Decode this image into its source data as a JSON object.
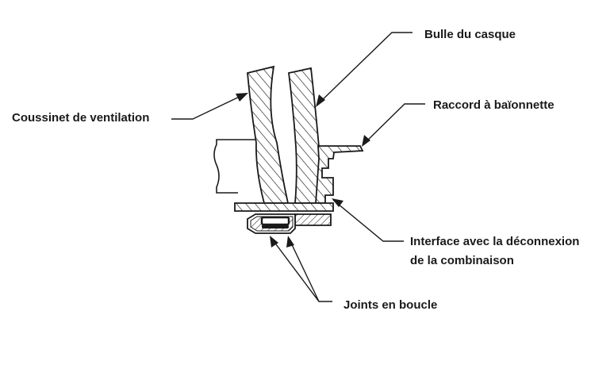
{
  "labels": {
    "helmet_bubble": "Bulle du casque",
    "bayonet_fitting": "Raccord à baïonnette",
    "ventilation_pad": "Coussinet de ventilation",
    "suit_interface_line1": "Interface avec la déconnexion",
    "suit_interface_line2": "de la combinaison",
    "loop_seals": "Joints en boucle"
  },
  "colors": {
    "ink": "#1a1a1a",
    "background": "#ffffff"
  }
}
